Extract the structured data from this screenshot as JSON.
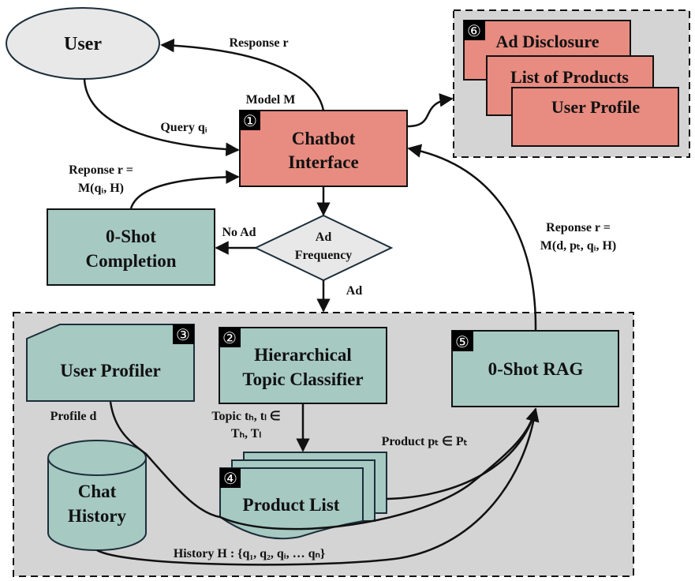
{
  "colors": {
    "chatbot_fill": "#e88b80",
    "module_fill": "#a6c9c2",
    "user_fill": "#e8e8e8",
    "decision_fill": "#e8e8e8",
    "group_fill": "#d4d4d4",
    "stroke": "#111111",
    "module_stroke": "#1c2e3a"
  },
  "nodes": {
    "user": {
      "label": "User"
    },
    "chatbot": {
      "badge": "①",
      "line1": "Chatbot",
      "line2": "Interface",
      "above_label": "Model M"
    },
    "zero_shot_completion": {
      "line1": "0-Shot",
      "line2": "Completion"
    },
    "ad_frequency": {
      "line1": "Ad",
      "line2": "Frequency"
    },
    "output_group": {
      "badge": "⑥",
      "cards": [
        "Ad Disclosure",
        "List of Products",
        "User Profile"
      ]
    },
    "user_profiler": {
      "badge": "③",
      "label": "User Profiler"
    },
    "topic_classifier": {
      "badge": "②",
      "line1": "Hierarchical",
      "line2": "Topic Classifier"
    },
    "zero_shot_rag": {
      "badge": "⑤",
      "label": "0-Shot RAG"
    },
    "chat_history": {
      "line1": "Chat",
      "line2": "History"
    },
    "product_list": {
      "badge": "④",
      "label": "Product List"
    }
  },
  "edges": {
    "response_r": "Response r",
    "query_qi": "Query qᵢ",
    "reponse_completion_1": "Reponse r =",
    "reponse_completion_2": "M(qᵢ, H)",
    "no_ad": "No Ad",
    "ad": "Ad",
    "reponse_rag_1": "Reponse r =",
    "reponse_rag_2": "M(d, pₜ, qᵢ, H)",
    "profile_d": "Profile d",
    "topic_1": "Topic tₕ, tₗ  ∈",
    "topic_2": "Tₕ, Tₗ",
    "product_pt": "Product pₜ  ∈  Pₜ",
    "history_h": "History H : {q₁, q₂, qᵢ, … qₙ}"
  }
}
